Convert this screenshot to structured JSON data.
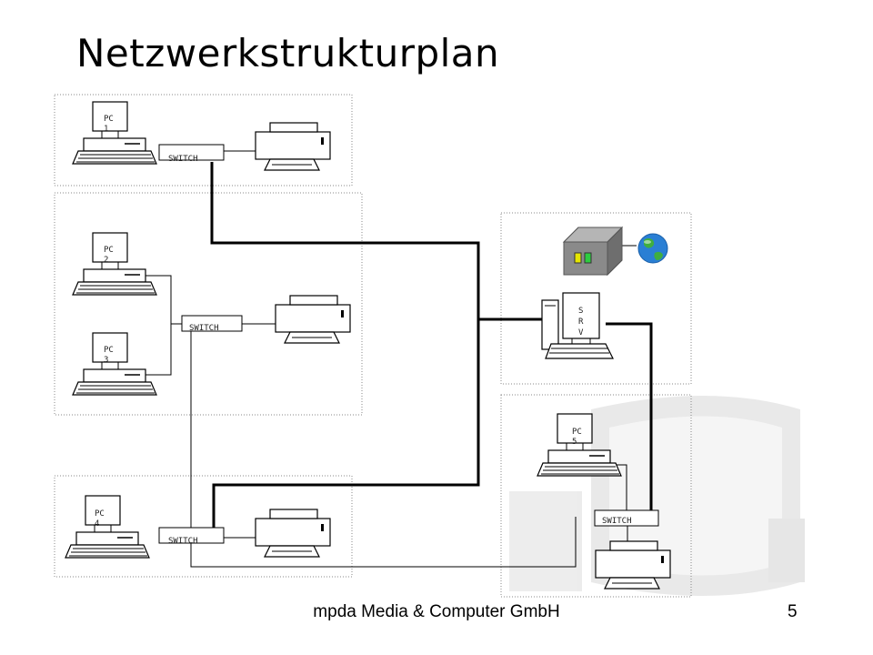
{
  "slide": {
    "title": "Netzwerkstrukturplan",
    "footer": "mpda Media & Computer GmbH",
    "page_number": "5"
  },
  "diagram": {
    "pcs": [
      {
        "line1": "PC",
        "line2": "1"
      },
      {
        "line1": "PC",
        "line2": "2"
      },
      {
        "line1": "PC",
        "line2": "3"
      },
      {
        "line1": "PC",
        "line2": "4"
      },
      {
        "line1": "PC",
        "line2": "5"
      }
    ],
    "server": {
      "l1": "S",
      "l2": "R",
      "l3": "V"
    },
    "switch_label": "SWITCH",
    "colors": {
      "modem_green": "#2ecc40",
      "modem_yellow": "#e6e600",
      "globe_blue": "#2a7fd4"
    }
  }
}
